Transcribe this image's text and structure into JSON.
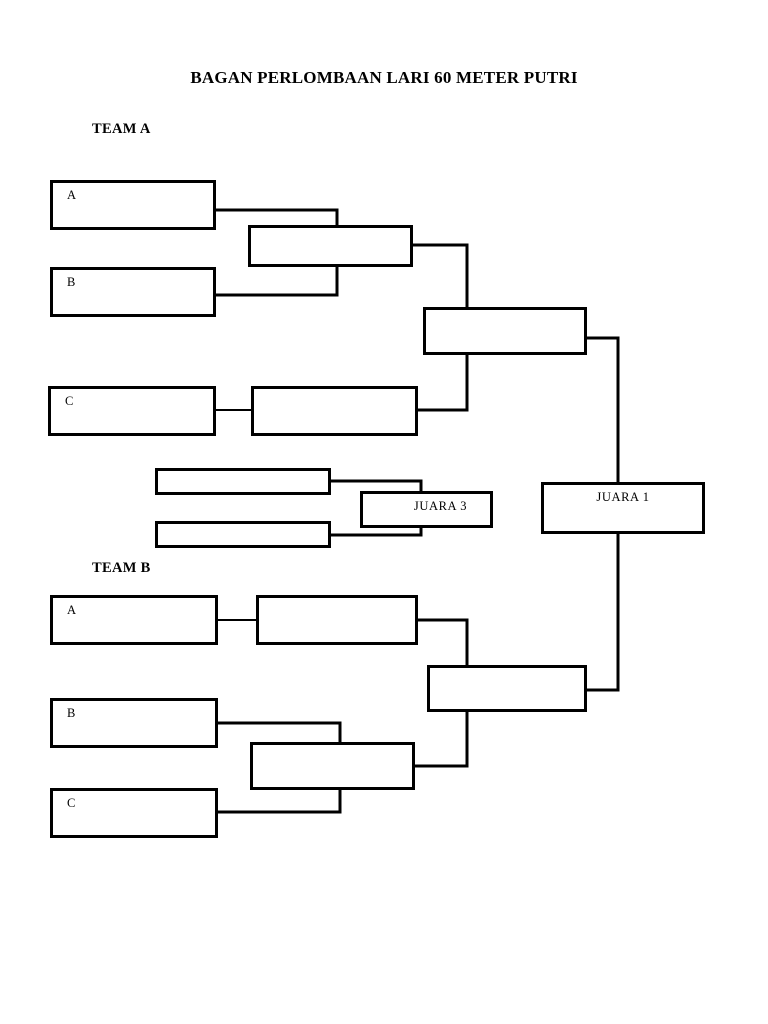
{
  "document": {
    "title": "BAGAN PERLOMBAAN LARI 60 METER PUTRI"
  },
  "sections": {
    "team_a": {
      "label": "TEAM A"
    },
    "team_b": {
      "label": "TEAM B"
    }
  },
  "bracket": {
    "team_a": {
      "round1": [
        {
          "id": "a-slot-a",
          "label": "A",
          "value": ""
        },
        {
          "id": "a-slot-b",
          "label": "B",
          "value": ""
        },
        {
          "id": "a-slot-c",
          "label": "C",
          "value": ""
        }
      ],
      "round2": [
        {
          "id": "a-match-ab",
          "label": "",
          "value": ""
        },
        {
          "id": "a-match-c",
          "label": "",
          "value": ""
        }
      ],
      "final": {
        "id": "a-final",
        "label": "",
        "value": ""
      }
    },
    "team_b": {
      "round1": [
        {
          "id": "b-slot-a",
          "label": "A",
          "value": ""
        },
        {
          "id": "b-slot-b",
          "label": "B",
          "value": ""
        },
        {
          "id": "b-slot-c",
          "label": "C",
          "value": ""
        }
      ],
      "round2": [
        {
          "id": "b-match-a",
          "label": "",
          "value": ""
        },
        {
          "id": "b-match-bc",
          "label": "",
          "value": ""
        }
      ],
      "final": {
        "id": "b-final",
        "label": "",
        "value": ""
      }
    },
    "third_place": {
      "feeders": [
        {
          "id": "third-feeder-top",
          "value": ""
        },
        {
          "id": "third-feeder-bottom",
          "value": ""
        }
      ],
      "box": {
        "id": "juara-3",
        "label": "JUARA 3"
      }
    },
    "champion": {
      "id": "juara-1",
      "label": "JUARA 1"
    }
  },
  "style": {
    "line_color": "#000000",
    "box_fill": "#ffffff",
    "text_color": "#000000"
  }
}
